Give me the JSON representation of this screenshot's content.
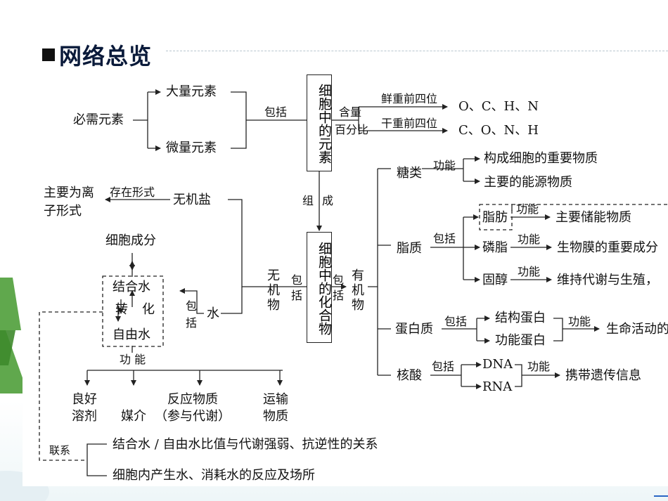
{
  "title": "网络总览",
  "elements": {
    "vertical_box": "细胞中的元素",
    "required": "必需元素",
    "macro": "大量元素",
    "micro": "微量元素",
    "include": "包括",
    "content_1": "含量",
    "content_2": "百分比",
    "fresh": "鲜重前四位",
    "dry": "干重前四位",
    "fresh_result": "O、C、H、N",
    "dry_result": "C、O、N、H",
    "compose_1": "组",
    "compose_2": "成"
  },
  "compounds": {
    "vertical_box": "细胞中的化合物",
    "inorganic": "无机物",
    "organic": "有机物",
    "include": "包括"
  },
  "inorganic": {
    "salt": "无机盐",
    "exist": "存在形式",
    "ion_1": "主要为离",
    "ion_2": "子形式",
    "water": "水",
    "include": "包括",
    "cell_component": "细胞成分",
    "bound_water": "结合水",
    "convert_1": "转",
    "convert_2": "化",
    "free_water": "自由水",
    "function": "功 能",
    "fn1_1": "良好",
    "fn1_2": "溶剂",
    "fn2": "媒介",
    "fn3_1": "反应物质",
    "fn3_2": "（参与代谢）",
    "fn4_1": "运输",
    "fn4_2": "物质",
    "relation": "联系",
    "rel1": "结合水 / 自由水比值与代谢强弱、抗逆性的关系",
    "rel2": "细胞内产生水、消耗水的反应及场所"
  },
  "organic": {
    "sugar": "糖类",
    "sugar_fn": "功能",
    "sugar_fn1": "构成细胞的重要物质",
    "sugar_fn2": "主要的能源物质",
    "lipid": "脂质",
    "lipid_include": "包括",
    "fat": "脂肪",
    "fat_fn": "功能",
    "fat_desc": "主要储能物质",
    "phospholipid": "磷脂",
    "phos_fn": "功能",
    "phos_desc": "生物膜的重要成分",
    "sterol": "固醇",
    "sterol_fn": "功能",
    "sterol_desc": "维持代谢与生殖，",
    "protein": "蛋白质",
    "protein_include": "包括",
    "struct_protein": "结构蛋白",
    "func_protein": "功能蛋白",
    "protein_fn": "功能",
    "protein_desc": "生命活动的",
    "nucleic": "核酸",
    "nucleic_include": "包括",
    "dna": "DNA",
    "rna": "RNA",
    "nucleic_fn": "功能",
    "nucleic_desc": "携带遗传信息"
  }
}
